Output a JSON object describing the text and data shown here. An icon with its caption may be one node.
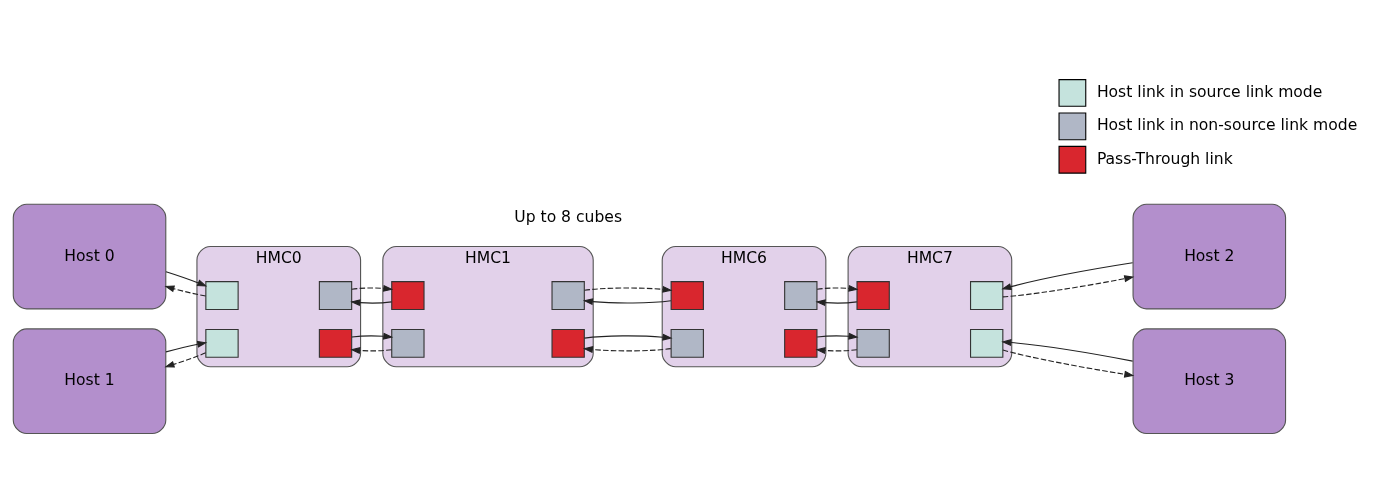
{
  "diagram": {
    "nodes": [
      {
        "text": [
          "Host 0"
        ]
      },
      {
        "text": [
          "Host 1"
        ]
      },
      {
        "text": [
          "HMC0"
        ]
      },
      {
        "text": [],
        "shape": "box",
        "in": 2
      },
      {
        "text": [],
        "shape": "box",
        "in": 2
      },
      {
        "text": [],
        "shape": "box",
        "in": 2
      },
      {
        "text": [],
        "shape": "box",
        "in": 2
      },
      {
        "text": [
          "HMC1"
        ]
      },
      {
        "text": [],
        "shape": "box",
        "in": 7
      },
      {
        "text": [],
        "shape": "box",
        "in": 7
      },
      {
        "text": [],
        "shape": "box",
        "in": 7
      },
      {
        "text": [],
        "shape": "box",
        "in": 7
      },
      {
        "text": [
          "HMC6"
        ]
      },
      {
        "text": [],
        "shape": "box",
        "in": 12
      },
      {
        "text": [],
        "shape": "box",
        "in": 12
      },
      {
        "text": [],
        "shape": "box",
        "in": 12
      },
      {
        "text": [],
        "shape": "box",
        "in": 12
      },
      {
        "text": [
          "HMC7"
        ]
      },
      {
        "text": [],
        "shape": "box",
        "in": 17
      },
      {
        "text": [],
        "shape": "box",
        "in": 17
      },
      {
        "text": [],
        "shape": "box",
        "in": 17
      },
      {
        "text": [],
        "shape": "box",
        "in": 17
      },
      {
        "text": [
          "Host 2"
        ]
      },
      {
        "text": [
          "Host 3"
        ]
      }
    ],
    "edges": [
      {
        "from": 0,
        "to": 3,
        "arrow": "to"
      },
      {
        "from": 3,
        "to": 0,
        "arrow": "to",
        "style": "dashed"
      },
      {
        "from": 1,
        "to": 4,
        "arrow": "to"
      },
      {
        "from": 4,
        "to": 1,
        "arrow": "to",
        "style": "dashed"
      },
      {
        "from": 8,
        "to": 5,
        "arrow": "to"
      },
      {
        "from": 5,
        "to": 8,
        "arrow": "to",
        "style": "dashed"
      },
      {
        "from": 9,
        "to": 6,
        "arrow": "to",
        "style": "dashed"
      },
      {
        "from": 6,
        "to": 9,
        "arrow": "to"
      },
      {
        "from": 13,
        "to": 10,
        "arrow": "to"
      },
      {
        "from": 10,
        "to": 13,
        "arrow": "to",
        "style": "dashed"
      },
      {
        "from": 14,
        "to": 11,
        "arrow": "to",
        "style": "dashed"
      },
      {
        "from": 11,
        "to": 14,
        "arrow": "to"
      },
      {
        "from": 18,
        "to": 15,
        "arrow": "to"
      },
      {
        "from": 15,
        "to": 18,
        "arrow": "to",
        "style": "dashed"
      },
      {
        "from": 19,
        "to": 16,
        "arrow": "to",
        "style": "dashed"
      },
      {
        "from": 16,
        "to": 19,
        "arrow": "to"
      },
      {
        "from": 22,
        "to": 20,
        "arrow": "to"
      },
      {
        "from": 20,
        "to": 22,
        "arrow": "to",
        "style": "dashed"
      },
      {
        "from": 23,
        "to": 21,
        "arrow": "to"
      },
      {
        "from": 21,
        "to": 23,
        "arrow": "to",
        "style": "dashed"
      }
    ],
    "labels": [
      "Up to 8 cubes"
    ],
    "legend": [
      {
        "text": "Host link in source link mode",
        "color": "#c5e3dd"
      },
      {
        "text": "Host link in non-source link mode",
        "color": "#b0b7c6"
      },
      {
        "text": "Pass-Through link",
        "color": "#d9262e"
      }
    ]
  }
}
